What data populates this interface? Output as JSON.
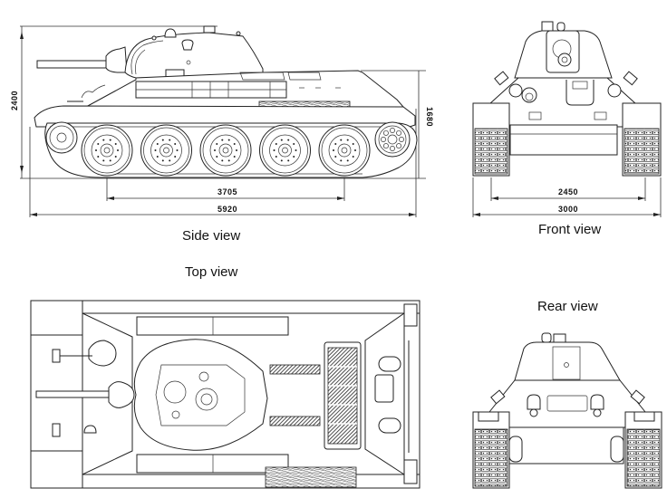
{
  "figure": {
    "subject": "Tank orthographic drawing",
    "views": [
      {
        "id": "side",
        "label": "Side view"
      },
      {
        "id": "front",
        "label": "Front view"
      },
      {
        "id": "top",
        "label": "Top view"
      },
      {
        "id": "rear",
        "label": "Rear view"
      }
    ]
  },
  "dimensions": {
    "side": {
      "overall_height": "2400",
      "hull_height": "1680",
      "wheelbase": "3705",
      "overall_length": "5920"
    },
    "front": {
      "track_center_width": "2450",
      "overall_width": "3000"
    }
  },
  "side_view": {
    "road_wheels": 5
  }
}
